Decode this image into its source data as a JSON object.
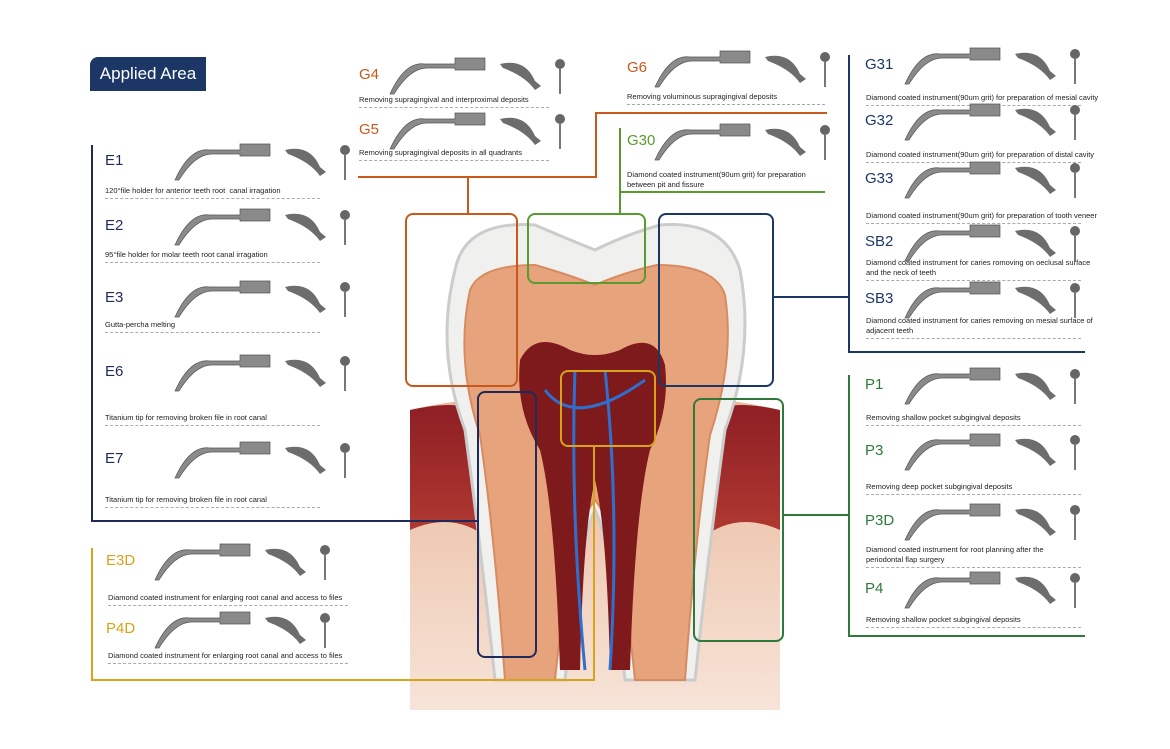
{
  "title": "Applied Area",
  "colors": {
    "endo": "#1f2a5a",
    "gold": "#d9a21b",
    "orange": "#c8581c",
    "green_light": "#5a9a2e",
    "navy": "#1c3766",
    "green": "#2f7a3a"
  },
  "groups": {
    "endo": [
      {
        "code": "E1",
        "desc": "120°file holder for anterior teeth root  canal irragation"
      },
      {
        "code": "E2",
        "desc": "95°file holder for molar teeth root canal irragation"
      },
      {
        "code": "E3",
        "desc": "Gutta-percha melting"
      },
      {
        "code": "E6",
        "desc": "Titanium tip for removing broken file in root canal"
      },
      {
        "code": "E7",
        "desc": "Titanium tip for removing broken file in root canal"
      }
    ],
    "enlarge": [
      {
        "code": "E3D",
        "desc": "Diamond coated instrument for enlarging root canal and access to files"
      },
      {
        "code": "P4D",
        "desc": "Diamond coated instrument for enlarging root canal and access to files"
      }
    ],
    "supra": [
      {
        "code": "G4",
        "desc": "Removing supragingival and interproximal deposits"
      },
      {
        "code": "G5",
        "desc": "Removing supragingival deposits in all quadrants"
      }
    ],
    "voluminous": [
      {
        "code": "G6",
        "desc": "Removing voluminous supragingival deposits"
      }
    ],
    "fissure": [
      {
        "code": "G30",
        "desc": "Diamond coated instrument(90um grit) for preparation\nbetween pit and fissure"
      }
    ],
    "cavity": [
      {
        "code": "G31",
        "desc": "Diamond coated instrument(90um grit) for preparation of mesial cavity"
      },
      {
        "code": "G32",
        "desc": "Diamond coated instrument(90um grit) for preparation of distal cavity"
      },
      {
        "code": "G33",
        "desc": "Diamond coated instrument(90um grit) for preparation of tooth veneer"
      },
      {
        "code": "SB2",
        "desc": "Diamond coated instrument for caries romoving on oeclusal surface\nand the neck of teeth"
      },
      {
        "code": "SB3",
        "desc": "Diamond coated instrument for caries removing on mesial surface of\nadjacent teeth"
      }
    ],
    "perio": [
      {
        "code": "P1",
        "desc": "Removing shallow pocket subgingival deposits"
      },
      {
        "code": "P3",
        "desc": "Removing deep pocket subgingival deposits"
      },
      {
        "code": "P3D",
        "desc": "Diamond coated instrument for root planning after the\nperiodontal flap surgery"
      },
      {
        "code": "P4",
        "desc": "Removing shallow pocket subgingival deposits"
      }
    ]
  }
}
